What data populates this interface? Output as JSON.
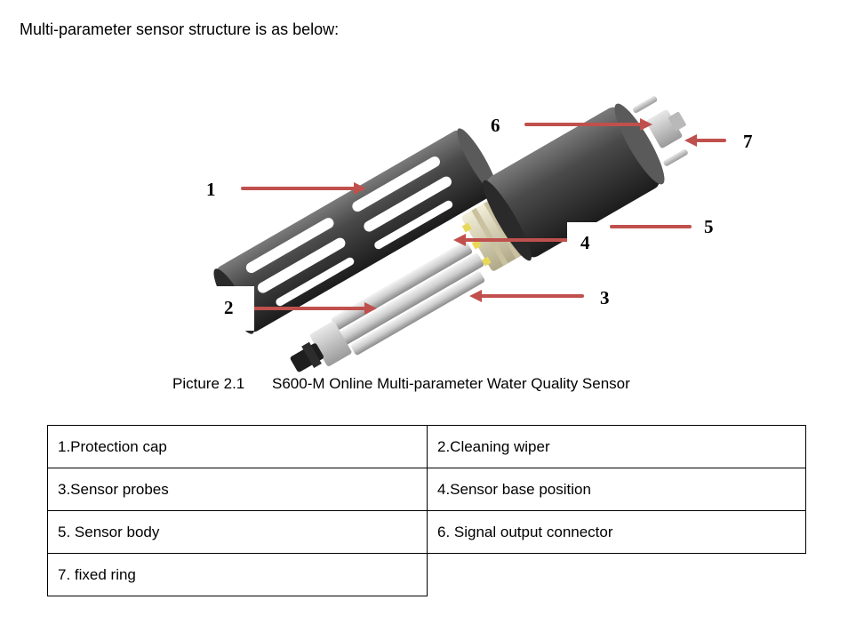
{
  "heading": "Multi-parameter sensor structure is as below:",
  "figure": {
    "callouts": [
      "1",
      "2",
      "3",
      "4",
      "5",
      "6",
      "7"
    ],
    "colors": {
      "arrow": "#c0504d",
      "cap_body": "#4a4a4a",
      "sensor_body": "#3c3c3c",
      "probe": "#d9d9d9",
      "ring": "#e3dcc4"
    }
  },
  "caption": {
    "number": "Picture 2.1",
    "title": "S600-M Online Multi-parameter Water Quality Sensor"
  },
  "parts_table": {
    "rows": [
      [
        "1.Protection cap",
        "2.Cleaning wiper"
      ],
      [
        "3.Sensor probes",
        "4.Sensor base position"
      ],
      [
        "5. Sensor body",
        "6. Signal output connector"
      ],
      [
        "7. fixed ring",
        ""
      ]
    ]
  }
}
